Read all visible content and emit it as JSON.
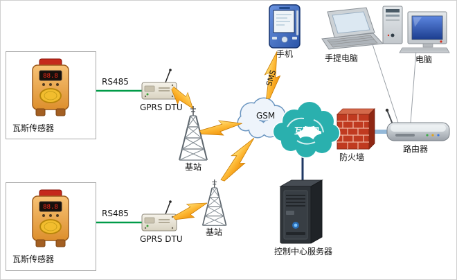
{
  "diagram": {
    "nodes": {
      "sensor_top": {
        "label": "瓦斯传感器",
        "display": "88.8"
      },
      "sensor_bottom": {
        "label": "瓦斯传感器",
        "display": "88.8"
      },
      "dtu_top": {
        "label": "GPRS DTU"
      },
      "dtu_bottom": {
        "label": "GPRS DTU"
      },
      "base_top": {
        "label": "基站"
      },
      "base_bottom": {
        "label": "基站"
      },
      "gsm_cloud": {
        "label": "GSM"
      },
      "internet_cloud": {
        "label": "互联网"
      },
      "phone": {
        "label": "手机"
      },
      "laptop": {
        "label": "手提电脑"
      },
      "desktop": {
        "label": "电脑"
      },
      "firewall": {
        "label": "防火墙"
      },
      "router": {
        "label": "路由器"
      },
      "server": {
        "label": "控制中心服务器"
      }
    },
    "links": {
      "rs485_top": {
        "label": "RS485"
      },
      "rs485_bottom": {
        "label": "RS485"
      },
      "sms": {
        "label": "SMS"
      }
    },
    "colors": {
      "rs485_line": "#009B48",
      "lan_line": "#93B8D8",
      "server_line": "#1F3864",
      "lightning": "#F5A100",
      "internet_cloud": "#2AB0AE",
      "gsm_cloud_outline": "#6B96C1",
      "firewall_brick": "#C03A20"
    }
  }
}
